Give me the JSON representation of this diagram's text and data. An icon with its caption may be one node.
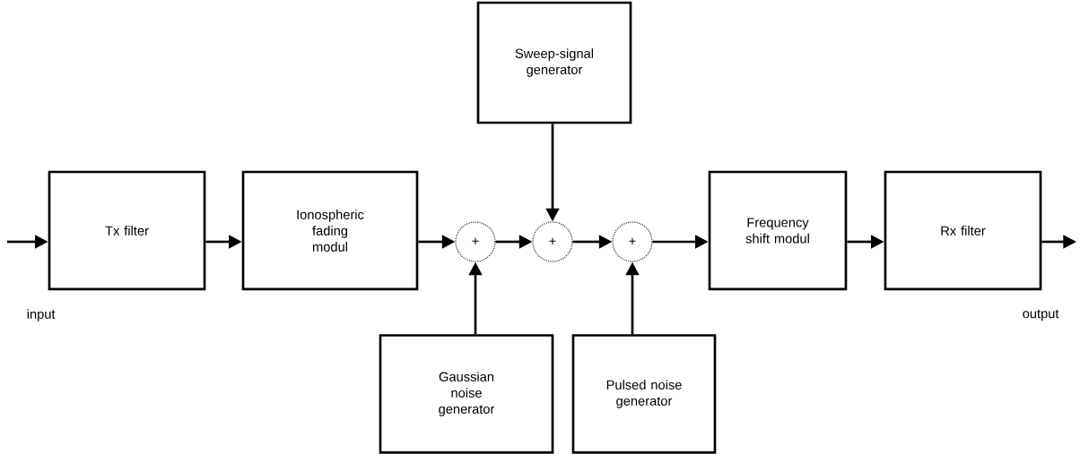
{
  "diagram": {
    "nodes": [
      {
        "text": [
          "Tx filter"
        ]
      },
      {
        "text": [
          "Ionospheric fading modul"
        ]
      },
      {
        "text": [
          "+"
        ]
      },
      {
        "text": [
          "Sweep-signal generator"
        ]
      },
      {
        "text": [
          "+"
        ]
      },
      {
        "text": [
          "+"
        ]
      },
      {
        "text": [
          "Frequency shift modul"
        ]
      },
      {
        "text": [
          "Rx filter"
        ]
      },
      {
        "text": [
          "Gaussian noise generator"
        ]
      },
      {
        "text": [
          "Pulsed noise generator"
        ]
      }
    ],
    "edges": [
      {
        "from": null,
        "to": 0,
        "arrow": "to"
      },
      {
        "from": 0,
        "to": 1,
        "arrow": "to"
      },
      {
        "from": 1,
        "to": 2,
        "arrow": "to"
      },
      {
        "from": 8,
        "to": 2,
        "arrow": "to"
      },
      {
        "from": 2,
        "to": 4,
        "arrow": "to"
      },
      {
        "from": 3,
        "to": 4,
        "arrow": "to"
      },
      {
        "from": 4,
        "to": 5,
        "arrow": "to"
      },
      {
        "from": 9,
        "to": 5,
        "arrow": "to"
      },
      {
        "from": 5,
        "to": 6,
        "arrow": "to"
      },
      {
        "from": 6,
        "to": 7,
        "arrow": "to"
      },
      {
        "from": 7,
        "to": null,
        "arrow": "to"
      }
    ],
    "labels": [
      "input",
      "output"
    ]
  }
}
